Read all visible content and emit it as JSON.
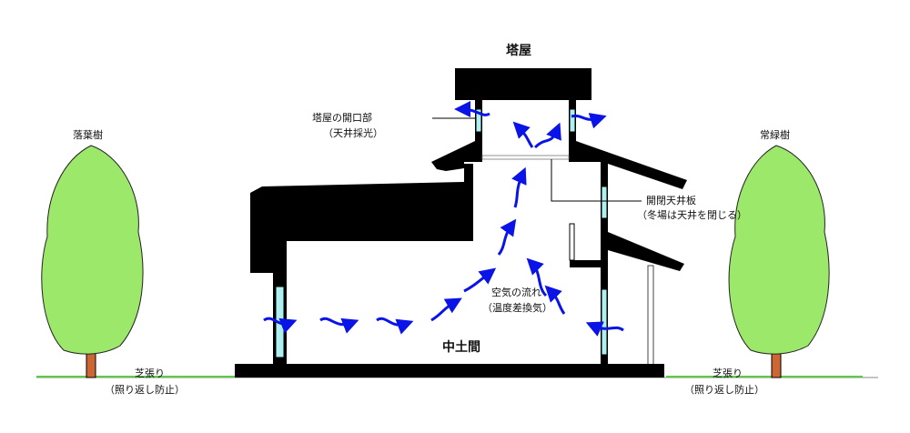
{
  "labels": {
    "tower": "塔屋",
    "tower_opening": "塔屋の開口部",
    "tower_opening_note": "（天井採光）",
    "deciduous_tree": "落葉樹",
    "evergreen_tree": "常緑樹",
    "ceiling_board": "開閉天井板",
    "ceiling_board_note": "（冬場は天井を閉じる）",
    "airflow": "空気の流れ",
    "airflow_note": "（温度差換気）",
    "earth_floor": "中土間",
    "lawn_left": "芝張り",
    "lawn_left_note": "（照り返し防止）",
    "lawn_right": "芝張り",
    "lawn_right_note": "（照り返し防止）"
  },
  "colors": {
    "wall": "#000000",
    "window": "#aef0f0",
    "arrow": "#0a14e6",
    "tree": "#9be86a",
    "trunk": "#cc6633",
    "lawn": "#5ccc44"
  }
}
